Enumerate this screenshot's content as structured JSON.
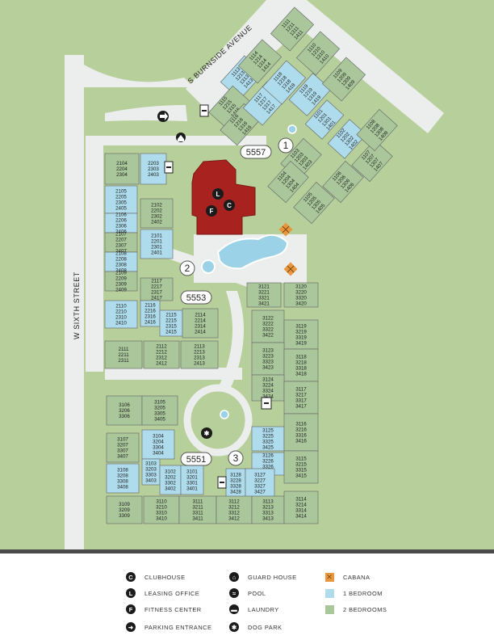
{
  "colors": {
    "lawn": "#b7cf9a",
    "pavement": "#eceeed",
    "one_bedroom": "#aedcec",
    "two_bedroom": "#a9c79b",
    "clubhouse": "#a8231f",
    "cabana": "#e8973f",
    "outline": "#6f6f6f",
    "pool": "#9cd2e8"
  },
  "streets": {
    "north": "S BURNSIDE AVENUE",
    "west": "W SIXTH STREET"
  },
  "addresses": {
    "a5557": "5557",
    "a5553": "5553",
    "a5551": "5551"
  },
  "markers": {
    "m1": "1",
    "m2": "2",
    "m3": "3"
  },
  "amenity_letters": {
    "leasing": "L",
    "clubhouse": "C",
    "fitness": "F"
  },
  "units": {
    "b2104": [
      "2104",
      "2204",
      "2304"
    ],
    "b2203": [
      "2203",
      "2303",
      "2403"
    ],
    "b2105": [
      "2105",
      "2205",
      "2305",
      "2405"
    ],
    "b2106": [
      "2106",
      "2206",
      "2306",
      "2406"
    ],
    "b2107": [
      "2107",
      "2207",
      "2307",
      "2407"
    ],
    "b2108": [
      "2108",
      "2208",
      "2308",
      "2408"
    ],
    "b2109": [
      "2109",
      "2209",
      "2309",
      "2409"
    ],
    "b2110": [
      "2110",
      "2210",
      "2310",
      "2410"
    ],
    "b2102": [
      "2102",
      "2202",
      "2302",
      "2402"
    ],
    "b2101": [
      "2101",
      "2201",
      "2301",
      "2401"
    ],
    "b2117": [
      "2117",
      "2217",
      "2317",
      "2417"
    ],
    "b2116": [
      "2116",
      "2216",
      "2316",
      "2416"
    ],
    "b2115": [
      "2115",
      "2215",
      "2315",
      "2415"
    ],
    "b2114": [
      "2114",
      "2214",
      "2314",
      "2414"
    ],
    "b2111": [
      "2111",
      "2211",
      "2311"
    ],
    "b2112": [
      "2112",
      "2212",
      "2312",
      "2412"
    ],
    "b2113": [
      "2113",
      "2213",
      "2313",
      "2413"
    ],
    "b3121": [
      "3121",
      "3221",
      "3321",
      "3421"
    ],
    "b3120": [
      "3120",
      "3220",
      "3320",
      "3420"
    ],
    "b3122": [
      "3122",
      "3222",
      "3322",
      "3422"
    ],
    "b3119": [
      "3119",
      "3219",
      "3319",
      "3419"
    ],
    "b3123": [
      "3123",
      "3223",
      "3323",
      "3423"
    ],
    "b3118": [
      "3118",
      "3218",
      "3318",
      "3418"
    ],
    "b3124": [
      "3124",
      "3224",
      "3324",
      "3424"
    ],
    "b3117": [
      "3117",
      "3217",
      "3317",
      "3417"
    ],
    "b3125": [
      "3125",
      "3225",
      "3325",
      "3425"
    ],
    "b3116": [
      "3116",
      "3216",
      "3316",
      "3416"
    ],
    "b3126": [
      "3126",
      "3226",
      "3326",
      "3426"
    ],
    "b3115": [
      "3115",
      "3215",
      "3315",
      "3415"
    ],
    "b3128": [
      "3128",
      "3228",
      "3328",
      "3428"
    ],
    "b3127": [
      "3127",
      "3227",
      "3327",
      "3427"
    ],
    "b3106": [
      "3106",
      "3206",
      "3306"
    ],
    "b3105": [
      "3105",
      "3205",
      "3305",
      "3405"
    ],
    "b3104": [
      "3104",
      "3204",
      "3304",
      "3404"
    ],
    "b3107": [
      "3107",
      "3207",
      "3307",
      "3407"
    ],
    "b3103": [
      "3103",
      "3203",
      "3303",
      "3403"
    ],
    "b3108": [
      "3108",
      "3208",
      "3308",
      "3408"
    ],
    "b3102": [
      "3102",
      "3202",
      "3302",
      "3402"
    ],
    "b3101": [
      "3101",
      "3201",
      "3301",
      "3401"
    ],
    "b3109": [
      "3109",
      "3209",
      "3309"
    ],
    "b3110": [
      "3110",
      "3210",
      "3310",
      "3410"
    ],
    "b3111": [
      "3111",
      "3211",
      "3311",
      "3411"
    ],
    "b3112": [
      "3112",
      "3212",
      "3312",
      "3412"
    ],
    "b3113": [
      "3113",
      "3213",
      "3313",
      "3413"
    ],
    "b3114": [
      "3114",
      "3214",
      "3314",
      "3414"
    ],
    "b1113": [
      "1113",
      "1213",
      "1313",
      "1413"
    ],
    "b1114": [
      "1114",
      "1214",
      "1314",
      "1414"
    ],
    "b1115": [
      "1115",
      "1215",
      "1315",
      "1415"
    ],
    "b1116": [
      "1116",
      "1216",
      "1316",
      "1416"
    ],
    "b1117": [
      "1117",
      "1217",
      "1317",
      "1417"
    ],
    "b1118": [
      "1118",
      "1218",
      "1318",
      "1418"
    ],
    "b1119": [
      "1119",
      "1219",
      "1319",
      "1419"
    ],
    "b1111": [
      "1111",
      "1211",
      "1311",
      "1411"
    ],
    "b1110": [
      "1110",
      "1210",
      "1310",
      "1410"
    ],
    "b1109": [
      "1109",
      "1209",
      "1309",
      "1409"
    ],
    "b1101": [
      "1101",
      "1201",
      "1301",
      "1401"
    ],
    "b1102": [
      "1102",
      "1202",
      "1302",
      "1402"
    ],
    "b1103": [
      "1103",
      "1203",
      "1303",
      "1403"
    ],
    "b1104": [
      "1104",
      "1204",
      "1304",
      "1404"
    ],
    "b1105": [
      "1105",
      "1205",
      "1305",
      "1405"
    ],
    "b1106": [
      "1106",
      "1206",
      "1306",
      "1406"
    ],
    "b1107": [
      "1107",
      "1207",
      "1307",
      "1407"
    ],
    "b1108": [
      "1108",
      "1208",
      "1308",
      "1408"
    ]
  },
  "legend": [
    {
      "icon": "clubhouse-icon",
      "glyph": "C",
      "label": "CLUBHOUSE"
    },
    {
      "icon": "leasing-office-icon",
      "glyph": "L",
      "label": "LEASING OFFICE"
    },
    {
      "icon": "fitness-center-icon",
      "glyph": "F",
      "label": "FITNESS CENTER"
    },
    {
      "icon": "parking-entrance-icon",
      "glyph": "➜",
      "label": "PARKING ENTRANCE"
    },
    {
      "icon": "guard-house-icon",
      "glyph": "⌂",
      "label": "GUARD HOUSE"
    },
    {
      "icon": "pool-icon",
      "glyph": "≈",
      "label": "POOL"
    },
    {
      "icon": "laundry-icon",
      "glyph": "▬",
      "label": "LAUNDRY"
    },
    {
      "icon": "dog-park-icon",
      "glyph": "✱",
      "label": "DOG PARK"
    },
    {
      "icon": "cabana-icon",
      "glyph": "✕",
      "label": "CABANA"
    },
    {
      "icon": "one-bedroom-swatch",
      "glyph": "",
      "label": "1 BEDROOM"
    },
    {
      "icon": "two-bedroom-swatch",
      "glyph": "",
      "label": "2 BEDROOMS"
    }
  ]
}
